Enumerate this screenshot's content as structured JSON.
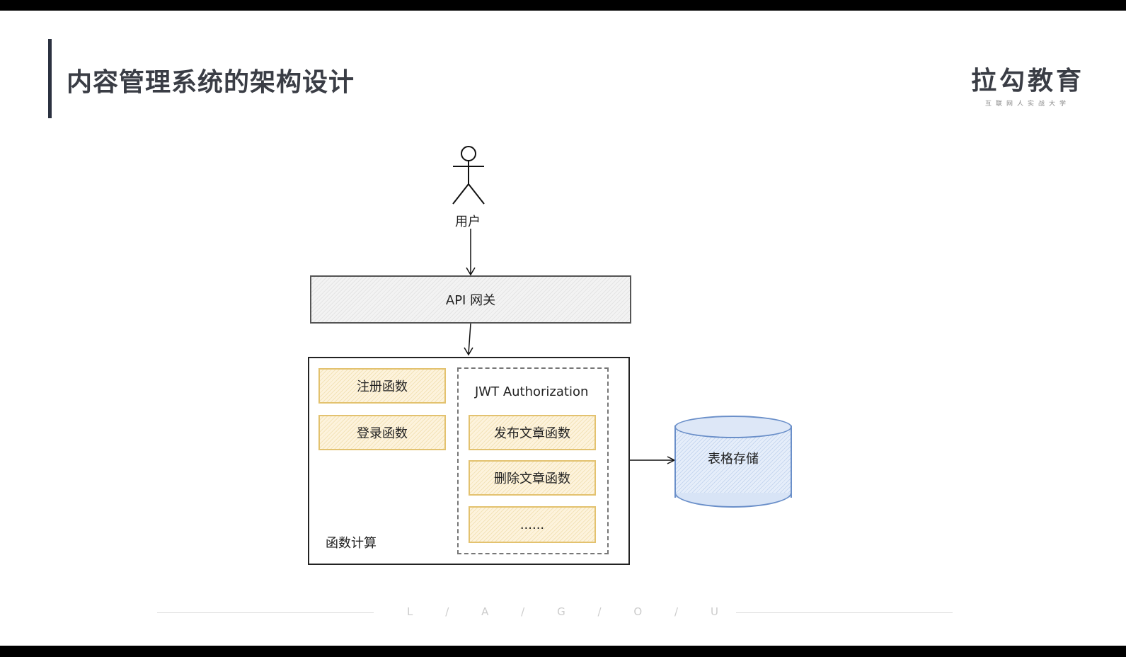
{
  "title": "内容管理系统的架构设计",
  "logo": {
    "name": "拉勾教育",
    "tagline": "互联网人实战大学"
  },
  "footer": [
    "L",
    "/",
    "A",
    "/",
    "G",
    "/",
    "O",
    "/",
    "U"
  ],
  "diagram": {
    "user": "用户",
    "gateway": "API 网关",
    "compute_label": "函数计算",
    "register": "注册函数",
    "login": "登录函数",
    "jwt": "JWT Authorization",
    "publish": "发布文章函数",
    "delete": "删除文章函数",
    "more": "......",
    "storage": "表格存储"
  }
}
